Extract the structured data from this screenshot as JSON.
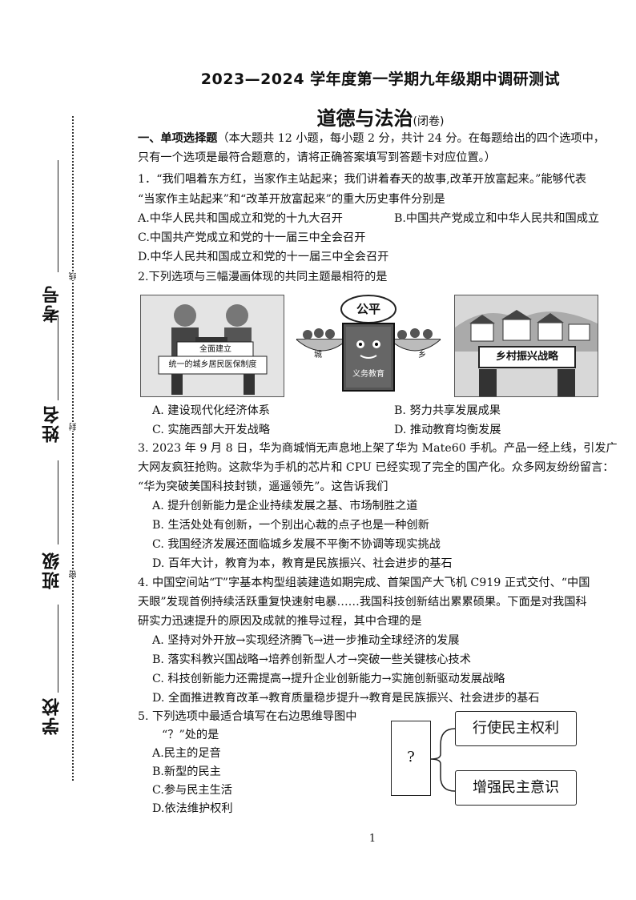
{
  "header": {
    "title": "2023—2024 学年度第一学期九年级期中调研测试",
    "subject": "道德与法治",
    "subject_note": "(闭卷)"
  },
  "binding": {
    "labels": [
      "考号",
      "姓名",
      "班级",
      "学校"
    ],
    "cut_marks": [
      "线",
      "封",
      "密"
    ]
  },
  "section1": {
    "heading": "一、单项选择题",
    "intro_line1": "（本大题共 12 小题，每小题 2 分，共计 24 分。在每题给出的四个选项中，",
    "intro_line2": "只有一个选项是最符合题意的，请将正确答案填写到答题卡对应位置。）"
  },
  "q1": {
    "line1": "1．“我们唱着东方红，当家作主站起来；我们讲着春天的故事,改革开放富起来。”能够代表",
    "line2": "“当家作主站起来”和“改革开放富起来”的重大历史事件分别是",
    "optA": "A.中华人民共和国成立和党的十九大召开",
    "optB": "B.中国共产党成立和中华人民共和国成立",
    "optC": "C.中国共产党成立和党的十一届三中全会召开",
    "optD": "D.中华人民共和国成立和党的十一届三中全会召开"
  },
  "q2": {
    "stem": "2.下列选项与三幅漫画体现的共同主题最相符的是",
    "cartoon1": {
      "sign1": "全面建立",
      "sign2": "统一的城乡居民医保制度"
    },
    "cartoon2": {
      "banner": "公平",
      "left": "城",
      "right": "乡",
      "book": "义务教育"
    },
    "cartoon3": {
      "banner": "乡村振兴战略"
    },
    "optA": "A. 建设现代化经济体系",
    "optB": "B. 努力共享发展成果",
    "optC": "C. 实施西部大开发战略",
    "optD": "D. 推动教育均衡发展"
  },
  "q3": {
    "line1": "3. 2023 年 9 月 8 日，华为商城悄无声息地上架了华为 Mate60 手机。产品一经上线，引发广",
    "line2": "大网友疯狂抢购。这款华为手机的芯片和 CPU 已经实现了完全的国产化。众多网友纷纷留言：",
    "line3": "“华为突破美国科技封锁，遥遥领先”。这告诉我们",
    "optA": "A. 提升创新能力是企业持续发展之基、市场制胜之道",
    "optB": "B. 生活处处有创新，一个别出心裁的点子也是一种创新",
    "optC": "C. 我国经济发展还面临城乡发展不平衡不协调等现实挑战",
    "optD": "D. 百年大计，教育为本，教育是民族振兴、社会进步的基石"
  },
  "q4": {
    "line1": "4. 中国空间站“T”字基本构型组装建造如期完成、首架国产大飞机 C919 正式交付、“中国",
    "line2": "天眼”发现首例持续活跃重复快速射电暴……我国科技创新结出累累硕果。下面是对我国科",
    "line3": "研实力迅速提升的原因及成就的推导过程，其中合理的是",
    "optA": "A. 坚持对外开放→实现经济腾飞→进一步推动全球经济的发展",
    "optB": "B. 落实科教兴国战略→培养创新型人才→突破一些关键核心技术",
    "optC": "C. 科技创新能力还需提高→提升企业创新能力→实施创新驱动发展战略",
    "optD": "D. 全面推进教育改革→教育质量稳步提升→教育是民族振兴、社会进步的基石"
  },
  "q5": {
    "line1": "5. 下列选项中最适合填写在右边思维导图中",
    "line2": "“？”处的是",
    "optA": "A.民主的足音",
    "optB": "B.新型的民主",
    "optC": "C.参与民主生活",
    "optD": "D.依法维护权利",
    "map": {
      "center": "?",
      "top": "行使民主权利",
      "bottom": "增强民主意识"
    }
  },
  "page_number": "1"
}
